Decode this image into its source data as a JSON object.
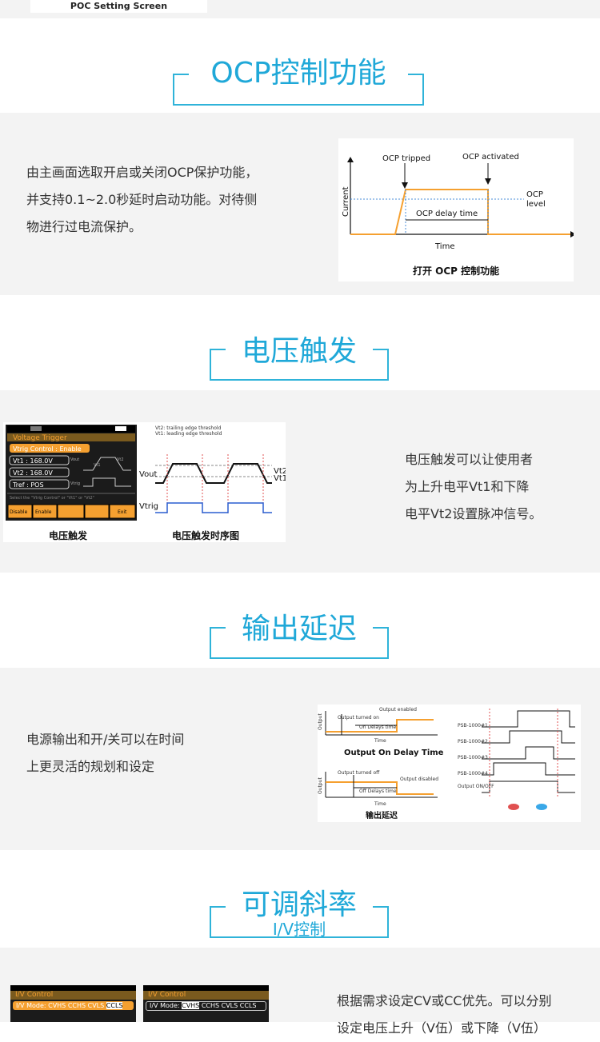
{
  "top_tab": "POC Setting Screen",
  "sections": {
    "ocp": {
      "title": "OCP控制功能",
      "desc_lines": [
        "由主画面选取开启或关闭OCP保护功能，",
        "并支持0.1~2.0秒延时启动功能。对待侧",
        "物进行过电流保护。"
      ],
      "figure": {
        "ocp_tripped": "OCP tripped",
        "ocp_activated": "OCP activated",
        "ocp_level_1": "OCP",
        "ocp_level_2": "level",
        "delay": "OCP delay time",
        "ylabel": "Current",
        "xlabel": "Time",
        "caption": "打开 OCP 控制功能"
      }
    },
    "vtrig": {
      "title": "电压触发",
      "desc_lines": [
        "电压触发可以让使用者",
        "为上升电平Vt1和下降",
        "电平Vt2设置脉冲信号。"
      ],
      "screen": {
        "header": "Voltage Trigger",
        "control": "Vtrig Control : Enable",
        "vt1": "Vt1 : 168.0V",
        "vt2": "Vt2 : 168.0V",
        "tref": "Tref : POS",
        "hint": "Select the \"Vtrig Control\" or \"Vt1\" or \"Vt2\"",
        "vout": "Vout",
        "vtrig": "Vtrig",
        "vt1_small": "Vt1",
        "vt2_small": "Vt2",
        "btn_disable": "Disable",
        "btn_enable": "Enable",
        "btn_exit": "Exit"
      },
      "timing": {
        "note_vt2": "Vt2: trailing edge threshold",
        "note_vt1": "Vt1: leading edge threshold",
        "vout": "Vout",
        "vtrig": "Vtrig",
        "vt2": "Vt2",
        "vt1": "Vt1"
      },
      "caption_left": "电压触发",
      "caption_right": "电压触发时序图"
    },
    "delay": {
      "title": "输出延迟",
      "desc_lines": [
        "电源输出和开/关可以在时间",
        "上更灵活的规划和设定"
      ],
      "figure": {
        "output_enabled": "Output enabled",
        "output_turned_on": "Output turned on",
        "on_delay": "On Delays time",
        "time": "Time",
        "big_title": "Output On Delay Time",
        "output_turned_off": "Output turned off",
        "output_disabled": "Output disabled",
        "off_delay": "Off Delays time",
        "output": "Output",
        "caption": "输出延迟",
        "psb_labels": [
          "PSB-1000#1",
          "PSB-1000#2",
          "PSB-1000#3",
          "PSB-1000#4",
          "Output ON/OFF"
        ]
      }
    },
    "slew": {
      "title": "可调斜率",
      "subtitle": "I/V控制",
      "desc_lines": [
        "根据需求设定CV或CC优先。可以分别",
        "设定电压上升（V伍）或下降（V伍）"
      ],
      "screen_left": {
        "header": "I/V Control",
        "mode_label": "I/V Mode:",
        "modes": [
          "CVHS",
          "CCHS",
          "CVLS",
          "CCLS"
        ]
      },
      "screen_right": {
        "header": "I/V Control",
        "mode_label": "I/V Mode:",
        "modes": [
          "CVHS",
          "CCHS",
          "CVLS",
          "CCLS"
        ]
      }
    }
  },
  "colors": {
    "accent": "#2fb3d9",
    "orange": "#f5a030",
    "screen_bg": "#1b1b1b",
    "gray_bg": "#f3f3f3"
  }
}
